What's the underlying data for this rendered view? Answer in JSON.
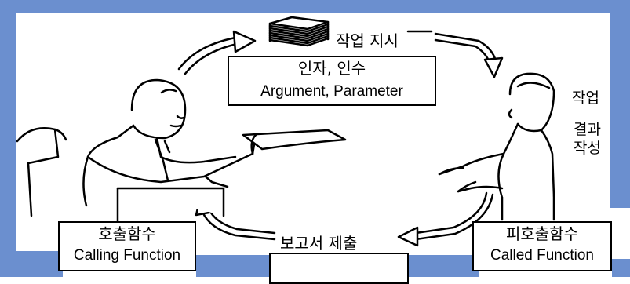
{
  "top_box": {
    "line1": "인자, 인수",
    "line2": "Argument, Parameter"
  },
  "work_order_label": "작업 지시",
  "side_label": {
    "line1": "작업",
    "line2": "결과",
    "line3": "작성"
  },
  "caller_box": {
    "line1": "호출함수",
    "line2": "Calling Function"
  },
  "callee_box": {
    "line1": "피호출함수",
    "line2": "Called Function"
  },
  "report_label": "보고서 제출",
  "colors": {
    "frame_blue": "#6b8fcf",
    "ink": "#000000",
    "paper": "#ffffff"
  }
}
